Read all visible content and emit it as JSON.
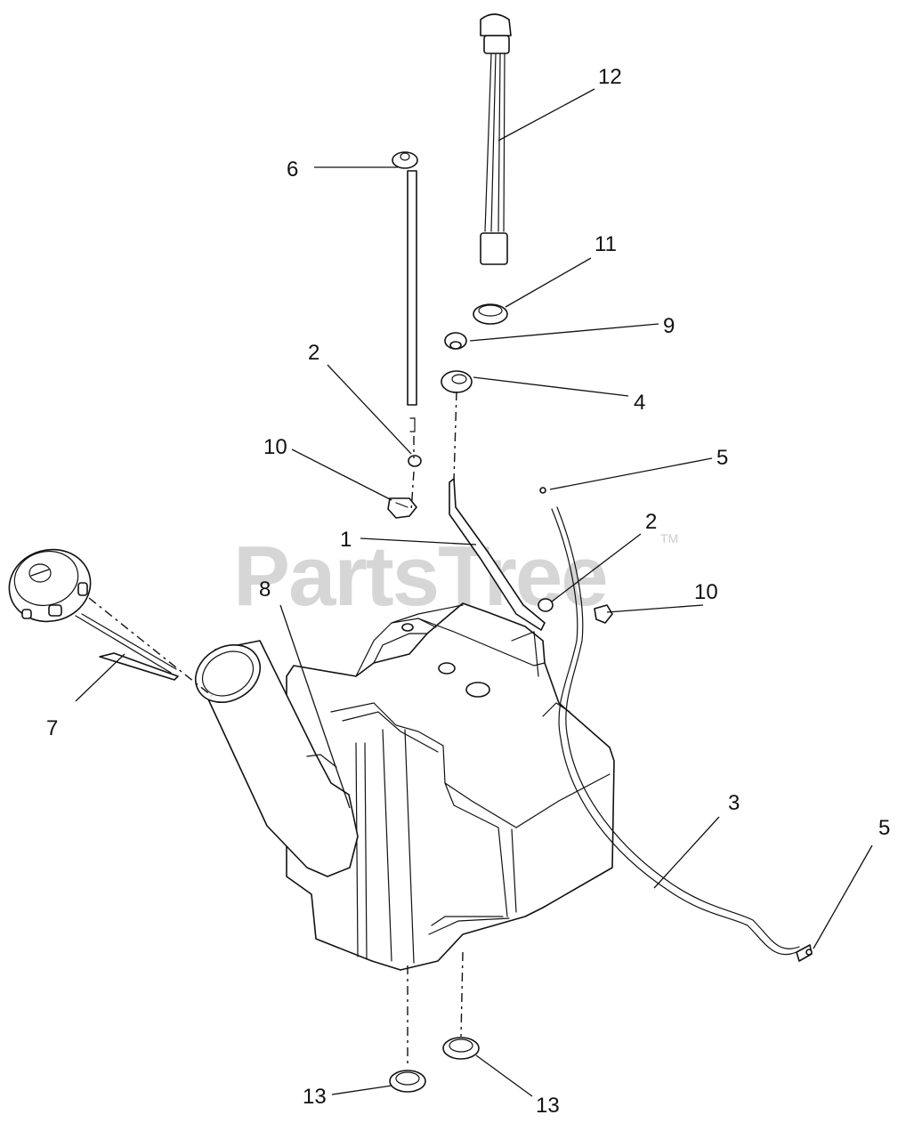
{
  "watermark": {
    "text": "PartsTree",
    "trademark": "TM"
  },
  "callouts": [
    {
      "id": "c1",
      "label": "1"
    },
    {
      "id": "c2a",
      "label": "2"
    },
    {
      "id": "c2b",
      "label": "2"
    },
    {
      "id": "c3",
      "label": "3"
    },
    {
      "id": "c4",
      "label": "4"
    },
    {
      "id": "c5a",
      "label": "5"
    },
    {
      "id": "c5b",
      "label": "5"
    },
    {
      "id": "c6",
      "label": "6"
    },
    {
      "id": "c7",
      "label": "7"
    },
    {
      "id": "c8",
      "label": "8"
    },
    {
      "id": "c9",
      "label": "9"
    },
    {
      "id": "c10a",
      "label": "10"
    },
    {
      "id": "c10b",
      "label": "10"
    },
    {
      "id": "c11",
      "label": "11"
    },
    {
      "id": "c12",
      "label": "12"
    },
    {
      "id": "c13a",
      "label": "13"
    },
    {
      "id": "c13b",
      "label": "13"
    }
  ]
}
